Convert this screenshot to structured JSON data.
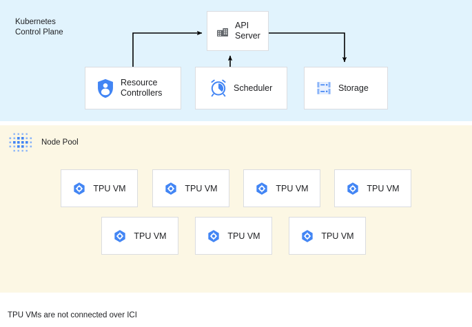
{
  "diagram": {
    "caption": "TPU VMs are not connected over ICI",
    "colors": {
      "control_plane_background": "#e1f3fd",
      "node_pool_background": "#fcf7e4",
      "box_background": "#ffffff",
      "box_border": "#dadce0",
      "accent_blue": "#4285f4",
      "icon_gray": "#5f6368",
      "connector": "#000000",
      "text": "#202124"
    }
  },
  "control_plane": {
    "title": "Kubernetes\nControl Plane",
    "components": [
      {
        "id": "api-server",
        "label": "API\nServer",
        "icon": "office-building-icon"
      },
      {
        "id": "resource-controllers",
        "label": "Resource\nControllers",
        "icon": "shield-person-icon"
      },
      {
        "id": "scheduler",
        "label": "Scheduler",
        "icon": "alarm-clock-icon"
      },
      {
        "id": "storage",
        "label": "Storage",
        "icon": "server-rack-icon"
      }
    ],
    "connections": [
      {
        "from": "resource-controllers",
        "to": "api-server",
        "direction": "to-api-server"
      },
      {
        "from": "scheduler",
        "to": "api-server",
        "direction": "to-api-server"
      },
      {
        "from": "api-server",
        "to": "storage",
        "direction": "to-storage"
      }
    ]
  },
  "node_pool": {
    "title": "Node Pool",
    "icon": "node-grid-icon",
    "vms": [
      {
        "label": "TPU VM",
        "icon": "tpu-hexagon-icon"
      },
      {
        "label": "TPU VM",
        "icon": "tpu-hexagon-icon"
      },
      {
        "label": "TPU VM",
        "icon": "tpu-hexagon-icon"
      },
      {
        "label": "TPU VM",
        "icon": "tpu-hexagon-icon"
      },
      {
        "label": "TPU VM",
        "icon": "tpu-hexagon-icon"
      },
      {
        "label": "TPU VM",
        "icon": "tpu-hexagon-icon"
      },
      {
        "label": "TPU VM",
        "icon": "tpu-hexagon-icon"
      }
    ]
  }
}
